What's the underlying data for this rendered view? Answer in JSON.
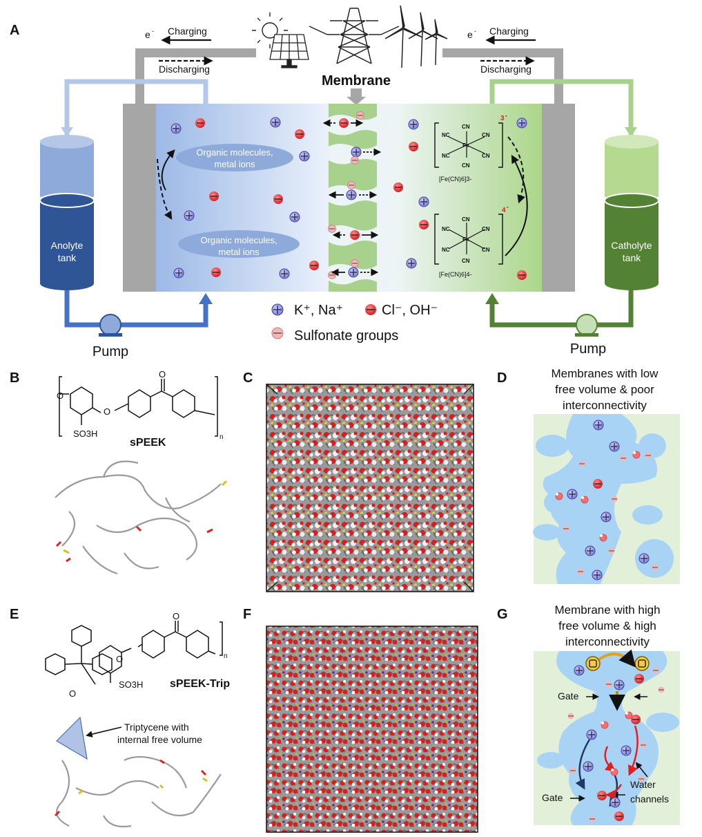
{
  "panels": {
    "a": "A",
    "b": "B",
    "c": "C",
    "d": "D",
    "e": "E",
    "f": "F",
    "g": "G"
  },
  "top": {
    "electron": "e",
    "electron_sup": "-",
    "charging": "Charging",
    "discharging": "Discharging",
    "membrane": "Membrane",
    "anolyte_line1": "Anolyte",
    "anolyte_line2": "tank",
    "catholyte_line1": "Catholyte",
    "catholyte_line2": "tank",
    "pump": "Pump",
    "organic_line1": "Organic molecules,",
    "organic_line2": "metal ions",
    "fe_ligand": "CN",
    "fe_ligand_left": "NC",
    "fe_center": "Fe",
    "fe3_charge": "3",
    "fe4_charge": "4",
    "charge_sign": "-",
    "fe3_label": "[Fe(CN)6]3-",
    "fe4_label": "[Fe(CN)6]4-"
  },
  "legend": {
    "cations": "K⁺, Na⁺",
    "anions": "Cl⁻, OH⁻",
    "sulfonate": "Sulfonate groups"
  },
  "panel_b": {
    "name": "sPEEK",
    "so3h": "SO3H",
    "n": "n",
    "o": "O"
  },
  "panel_d": {
    "line1": "Membranes with low",
    "line2": "free volume & poor",
    "line3": "interconnectivity"
  },
  "panel_e": {
    "name": "sPEEK-Trip",
    "so3h": "SO3H",
    "n": "n",
    "o": "O",
    "annot_line1": "Triptycene with",
    "annot_line2": "internal free volume"
  },
  "panel_g": {
    "line1": "Membrane with high",
    "line2": "free volume & high",
    "line3": "interconnectivity",
    "gate": "Gate",
    "water_line1": "Water",
    "water_line2": "channels"
  },
  "colors": {
    "anolyte_dark": "#2f5597",
    "anolyte_light": "#9db7e2",
    "catholyte_dark": "#4e7d2c",
    "catholyte_light": "#b5d98f",
    "membrane": "#a9d18e",
    "cation": "#8e8ee8",
    "anion": "#e8242b",
    "sulfonate": "#f4b7b7",
    "channel": "#a9d3f5",
    "matrix": "#e3f0d9"
  }
}
